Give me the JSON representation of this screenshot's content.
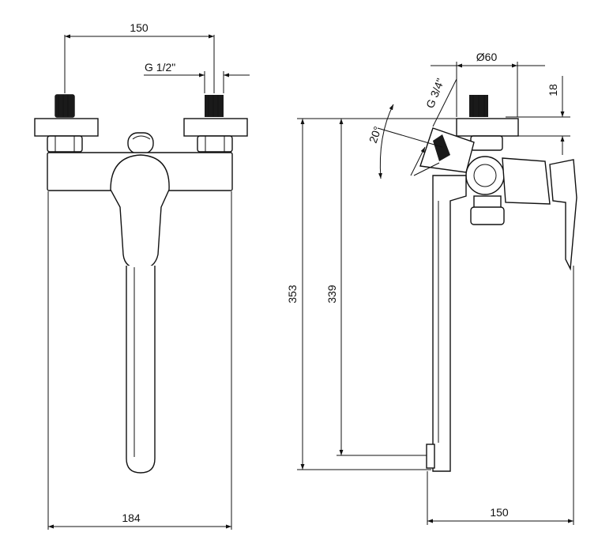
{
  "dimensions": {
    "top_spacing": "150",
    "inlet_thread": "G 1/2\"",
    "total_width": "184",
    "shower_outlet_diameter": "Ø60",
    "outlet_thread": "G 3/4\"",
    "outlet_angle": "20°",
    "top_offset": "18",
    "total_height": "353",
    "spout_height": "339",
    "spout_projection": "150"
  }
}
